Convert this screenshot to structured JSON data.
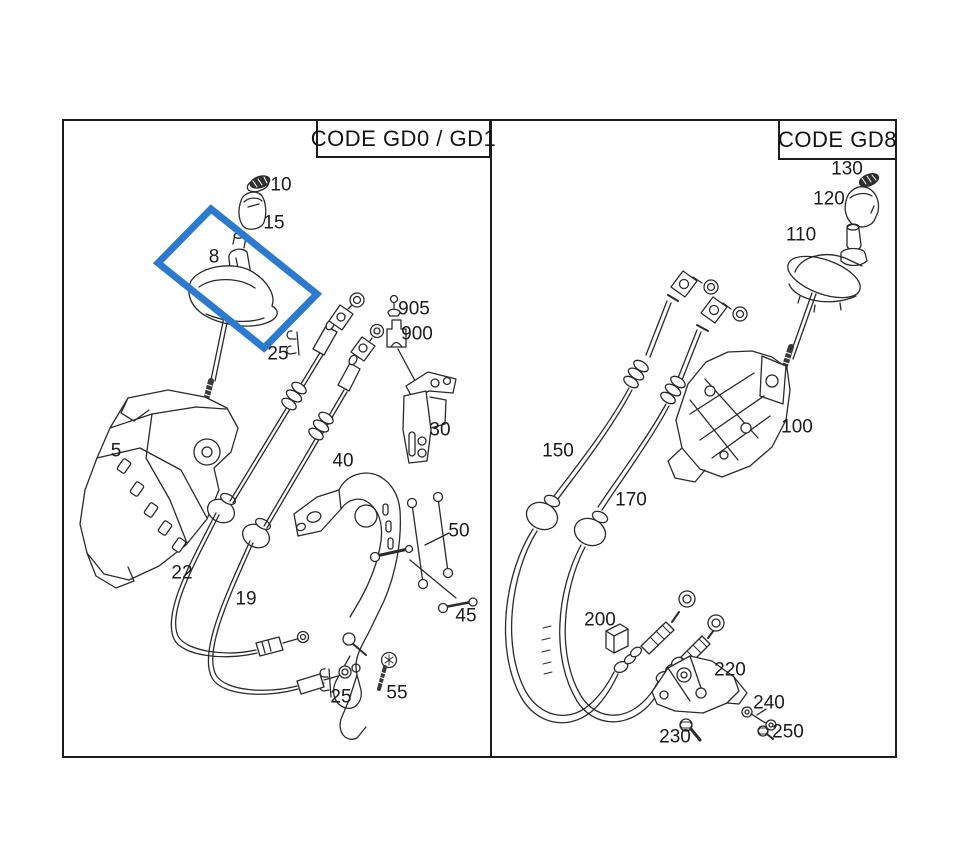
{
  "diagram": {
    "type": "exploded-parts-diagram",
    "panels": [
      {
        "code": "CODE GD0 / GD1",
        "parts": [
          "10",
          "15",
          "8",
          "905",
          "900",
          "25",
          "30",
          "5",
          "40",
          "50",
          "22",
          "19",
          "45",
          "25",
          "55"
        ]
      },
      {
        "code": "CODE GD8",
        "parts": [
          "130",
          "120",
          "110",
          "150",
          "100",
          "170",
          "200",
          "220",
          "240",
          "230",
          "250"
        ]
      }
    ],
    "highlight": {
      "part": "8",
      "color": "#2b7ad2"
    },
    "colors": {
      "line": "#2a2a2a",
      "frame": "#1c1c1c",
      "background": "#ffffff"
    }
  }
}
